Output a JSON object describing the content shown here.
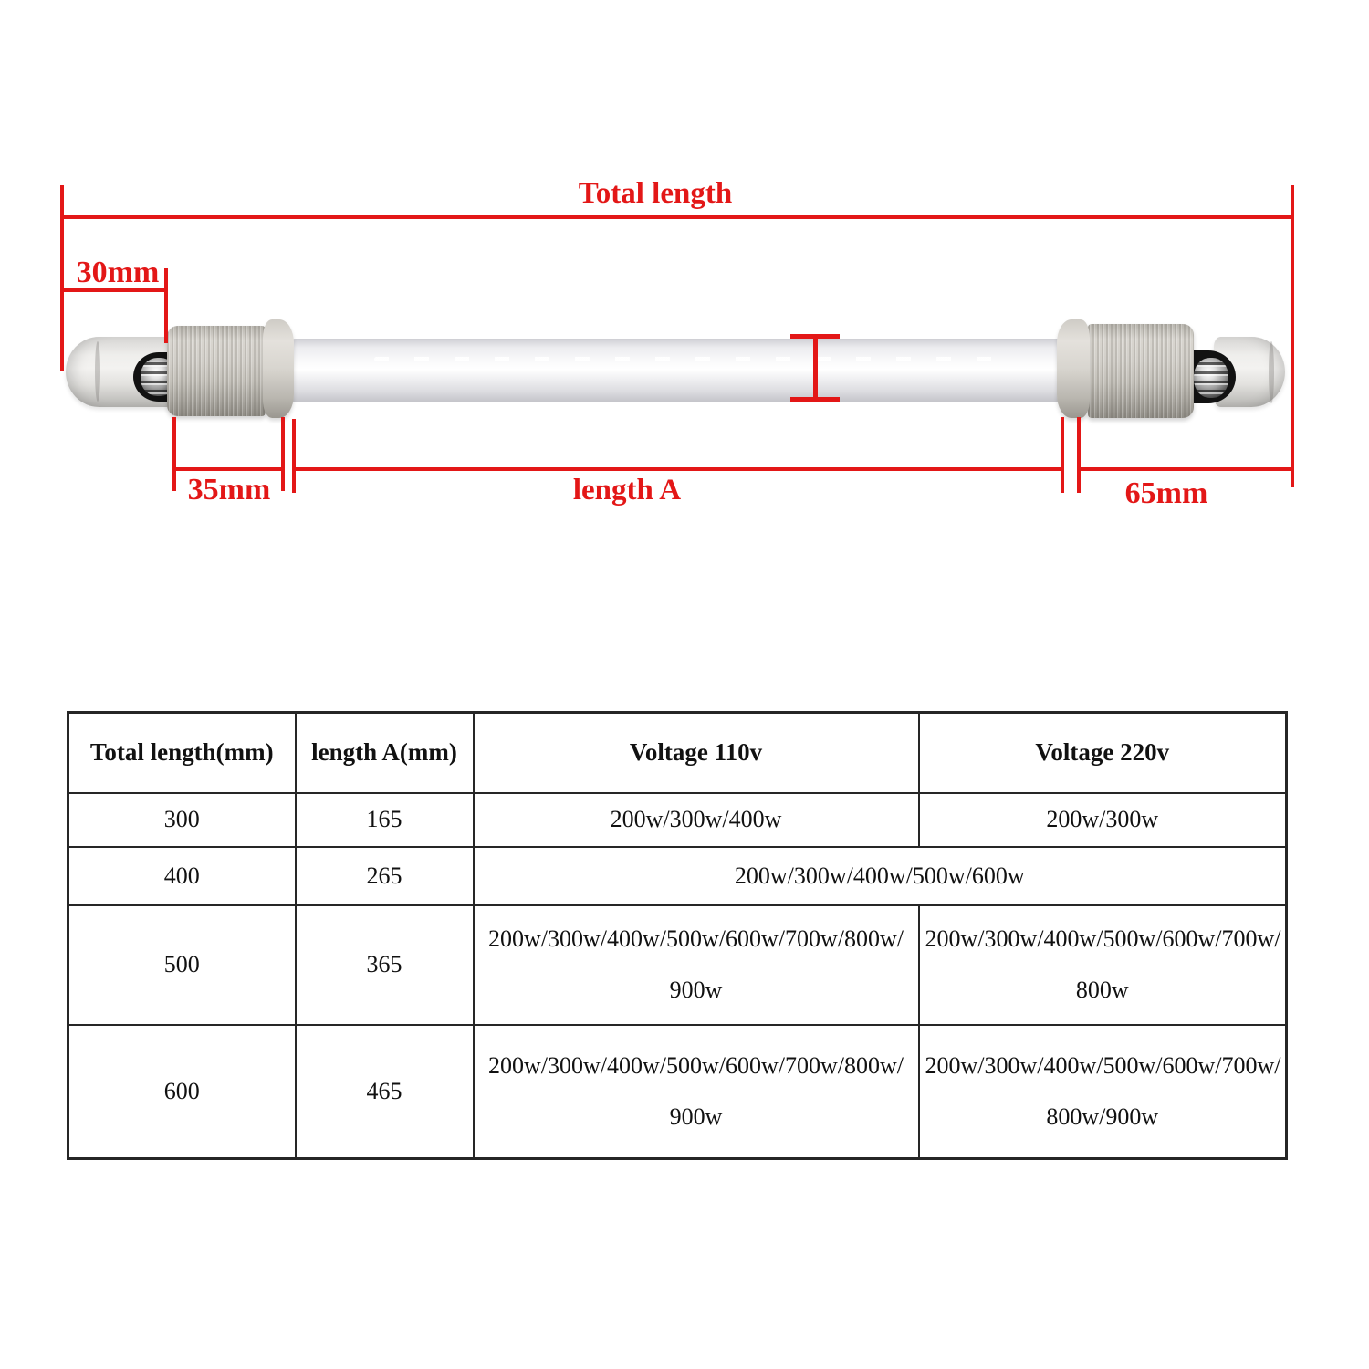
{
  "accent_color": "#e31717",
  "diagram": {
    "total_length_label": "Total length",
    "left_end_label": "30mm",
    "cap_label": "35mm",
    "length_a_label": "length A",
    "right_end_label": "65mm"
  },
  "table": {
    "headers": [
      "Total length(mm)",
      "length A(mm)",
      "Voltage 110v",
      "Voltage 220v"
    ],
    "rows": [
      {
        "total_length": "300",
        "length_a": "165",
        "v110": "200w/300w/400w",
        "v220": "200w/300w"
      },
      {
        "total_length": "400",
        "length_a": "265",
        "v_both": "200w/300w/400w/500w/600w"
      },
      {
        "total_length": "500",
        "length_a": "365",
        "v110": "200w/300w/400w/500w/600w/700w/800w/\n900w",
        "v220": "200w/300w/400w/500w/600w/700w/\n800w"
      },
      {
        "total_length": "600",
        "length_a": "465",
        "v110": "200w/300w/400w/500w/600w/700w/800w/\n900w",
        "v220": "200w/300w/400w/500w/600w/700w/\n800w/900w"
      }
    ]
  }
}
